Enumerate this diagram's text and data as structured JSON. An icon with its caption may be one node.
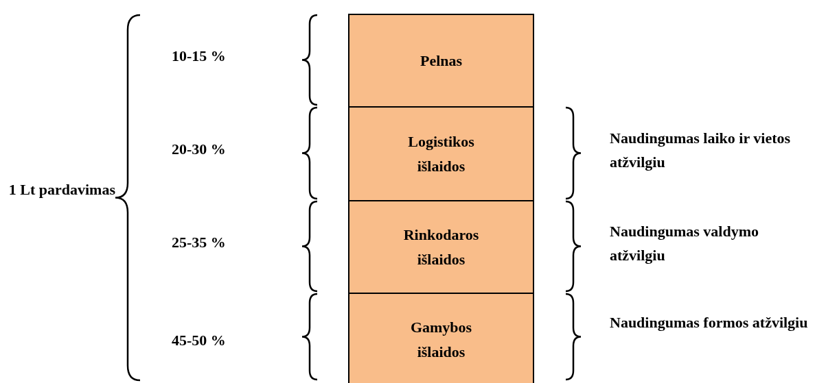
{
  "diagram": {
    "nodes": [
      {
        "text": [
          "Pelnas"
        ]
      },
      {
        "text": [
          "Logistikos išlaidos"
        ]
      },
      {
        "text": [
          "Rinkodaros išlaidos"
        ]
      },
      {
        "text": [
          "Gamybos išlaidos"
        ]
      }
    ],
    "labels": [
      "1 Lt pardavimas",
      "10-15 %",
      "20-30 %",
      "25-35 %",
      "45-50 %",
      "Naudingumas laiko ir vietos atžvilgiu",
      "Naudingumas valdymo atžvilgiu",
      "Naudingumas formos atžvilgiu"
    ]
  }
}
